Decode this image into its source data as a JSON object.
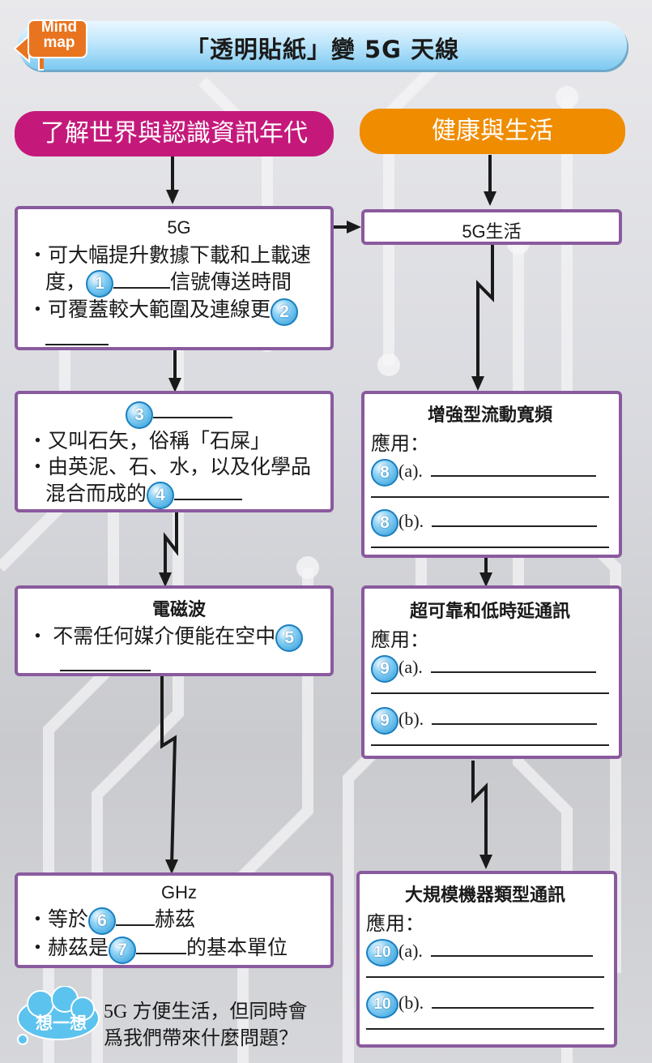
{
  "header": {
    "logo_line1": "Mind",
    "logo_line2": "map",
    "title": "「透明貼紙」變 5G 天線"
  },
  "categories": {
    "left": "了解世界與認識資訊年代",
    "right": "健康與生活"
  },
  "left_boxes": {
    "five_g": {
      "title": "5G",
      "line1": "・可大幅提升數據下載和上載速",
      "line2_pre": "度，",
      "num1": "1",
      "line2_post": "信號傳送時間",
      "line3_pre": "・可覆蓋較大範圍及連線更",
      "num2": "2"
    },
    "cement": {
      "num": "3",
      "line1": "・又叫石矢，俗稱「石屎」",
      "line2": "・由英泥、石、水，以及化學品",
      "line3_pre": "混合而成的",
      "num4": "4"
    },
    "em_wave": {
      "title": "電磁波",
      "line1_pre": "・ 不需任何媒介便能在空中",
      "num": "5"
    },
    "ghz": {
      "title": "GHz",
      "line1_pre": "・等於",
      "num6": "6",
      "line1_post": "赫茲",
      "line2_pre": "・赫茲是",
      "num7": "7",
      "line2_post": "的基本單位"
    }
  },
  "right_boxes": {
    "life": {
      "title": "5G生活"
    },
    "embb": {
      "title": "增強型流動寬頻",
      "app_label": "應用：",
      "num": "8",
      "a_label": "(a).",
      "b_label": "(b)."
    },
    "urllc": {
      "title": "超可靠和低時延通訊",
      "app_label": "應用：",
      "num": "9",
      "a_label": "(a).",
      "b_label": "(b)."
    },
    "mmtc": {
      "title": "大規模機器類型通訊",
      "app_label": "應用：",
      "num": "10",
      "a_label": "(a).",
      "b_label": "(b)."
    }
  },
  "think": {
    "bubble": "想一想",
    "line1": "5G 方便生活，但同時會",
    "line2": "爲我們帶來什麼問題？"
  },
  "colors": {
    "left_category": "#c4197b",
    "right_category": "#f08c00",
    "box_border": "#8a5a9e",
    "number_badge": "#2a9ad6",
    "header_bar": "#7cc9f1",
    "logo": "#e9741f"
  }
}
